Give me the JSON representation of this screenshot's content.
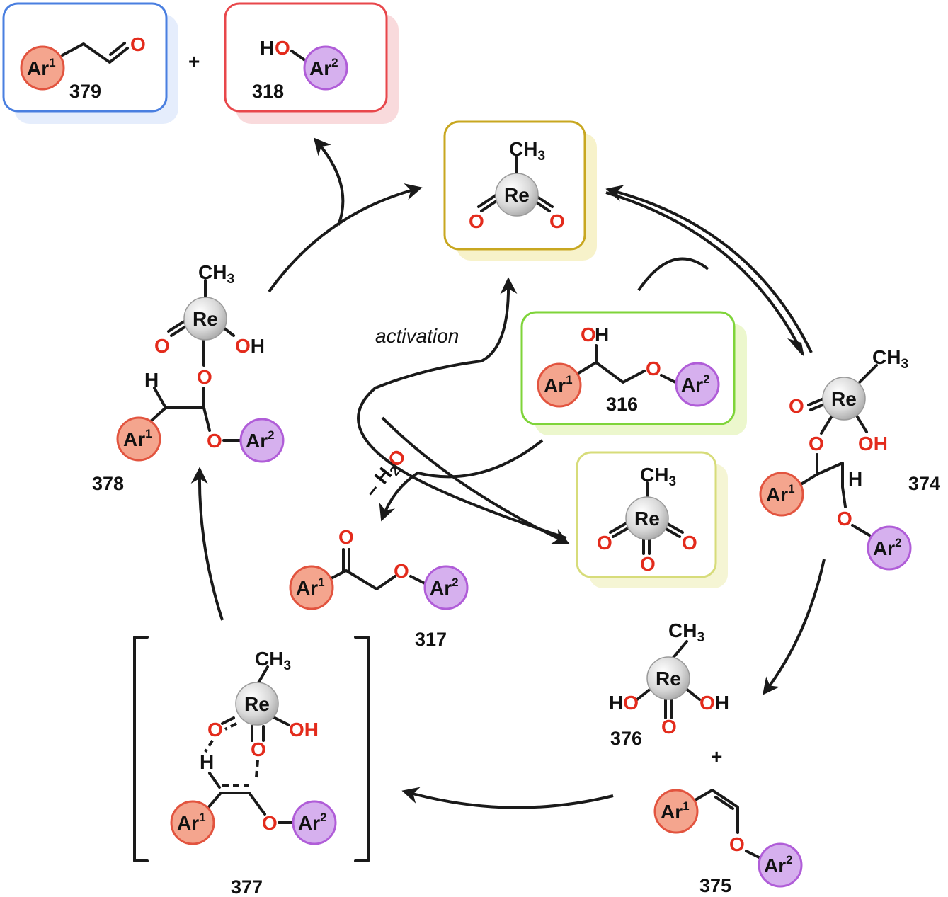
{
  "atoms": {
    "ar1": "Ar",
    "ar2": "Ar",
    "ar1_sup": "1",
    "ar2_sup": "2",
    "re": "Re",
    "o": "O",
    "oh": "OH",
    "ho": "HO",
    "h": "H",
    "ch": "CH",
    "ch3_sub": "3"
  },
  "compounds": {
    "c379": "379",
    "c318": "318",
    "c316": "316",
    "c317": "317",
    "c374": "374",
    "c375": "375",
    "c376": "376",
    "c377": "377",
    "c378": "378"
  },
  "labels": {
    "plus": "+",
    "activation": "activation",
    "minus_water": "– H",
    "water_sub": "2",
    "water_o": "O"
  },
  "colors": {
    "box_379": "#4a7fe0",
    "box_318": "#e8474b",
    "box_catalyst": "#c8a720",
    "box_316": "#7fd43a",
    "box_oxo": "#d7dc7a",
    "ar1_fill": "#f4a58e",
    "ar2_fill": "#d6b0ee",
    "oxygen": "#e32b1c"
  }
}
